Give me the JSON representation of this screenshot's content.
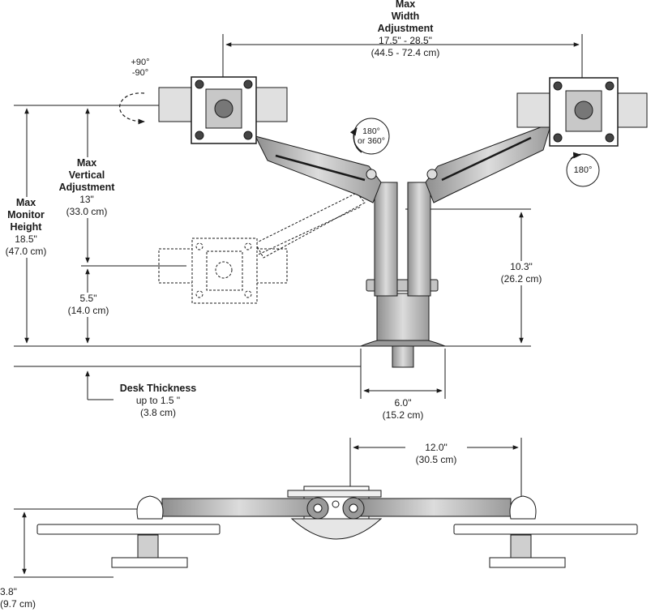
{
  "max_width": {
    "title": [
      "Max",
      "Width",
      "Adjustment"
    ],
    "imperial": "17.5\" -  28.5\"",
    "metric": "(44.5 - 72.4 cm)"
  },
  "tilt": {
    "plus": "+90°",
    "minus": "-90°"
  },
  "swivel_left": [
    "180°",
    "or 360°"
  ],
  "swivel_right": "180°",
  "max_vertical": {
    "title": [
      "Max",
      "Vertical",
      "Adjustment"
    ],
    "imperial": "13\"",
    "metric": "(33.0 cm)"
  },
  "max_monitor_height": {
    "title": [
      "Max",
      "Monitor",
      "Height"
    ],
    "imperial": "18.5\"",
    "metric": "(47.0 cm)"
  },
  "min_height": {
    "imperial": "5.5\"",
    "metric": "(14.0 cm)"
  },
  "post_height": {
    "imperial": "10.3\"",
    "metric": "(26.2 cm)"
  },
  "desk_thickness": {
    "title": "Desk Thickness",
    "imperial": "up to 1.5 \"",
    "metric": "(3.8 cm)"
  },
  "base_width": {
    "imperial": "6.0\"",
    "metric": "(15.2 cm)"
  },
  "top_reach": {
    "imperial": "12.0\"",
    "metric": "(30.5 cm)"
  },
  "top_depth": {
    "imperial": "3.8\"",
    "metric": "(9.7 cm)"
  },
  "colors": {
    "line": "#1a1a1a",
    "metal": "#bdbdbd",
    "plate": "#d8d8d8",
    "dark": "#555555"
  }
}
